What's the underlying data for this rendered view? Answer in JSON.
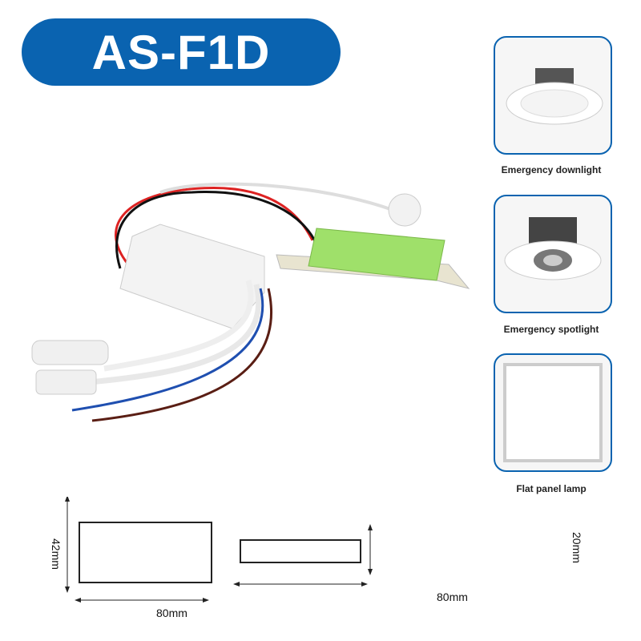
{
  "title": "AS-F1D",
  "applications": [
    {
      "label": "Emergency downlight",
      "icon": "downlight-icon"
    },
    {
      "label": "Emergency spotlight",
      "icon": "spotlight-icon"
    },
    {
      "label": "Flat panel lamp",
      "icon": "panel-lamp-icon"
    }
  ],
  "dimensions": {
    "driver": {
      "width": "80mm",
      "height": "42mm"
    },
    "battery": {
      "width": "80mm",
      "height": "20mm"
    }
  },
  "colors": {
    "accent": "#0a63b0"
  }
}
